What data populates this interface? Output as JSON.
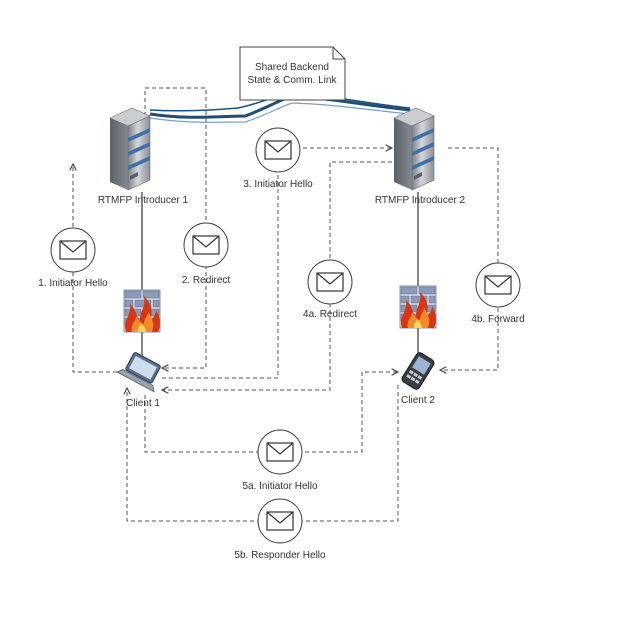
{
  "note": {
    "line1": "Shared Backend",
    "line2": "State & Comm. Link"
  },
  "nodes": {
    "introducer1": "RTMFP Introducer 1",
    "introducer2": "RTMFP Introducer 2",
    "client1": "Client 1",
    "client2": "Client 2"
  },
  "messages": {
    "initiator_hello_1": "1. Initiator Hello",
    "redirect_2": "2. Redirect",
    "initiator_hello_3": "3. Initiator Hello",
    "redirect_4a": "4a. Redirect",
    "forward_4b": "4b. Forward",
    "initiator_hello_5a": "5a. Initiator Hello",
    "responder_hello_5b": "5b. Responder Hello"
  },
  "colors": {
    "link": "#1f4f78",
    "server_body": "#a9adb3",
    "server_stripe": "#3f6fa8",
    "firewall_brick": "#8a9ab8",
    "flame": "#d83512"
  },
  "icons": {
    "message": "envelope-icon",
    "server": "server-icon",
    "firewall": "firewall-icon",
    "laptop": "laptop-icon",
    "phone": "phone-icon"
  }
}
